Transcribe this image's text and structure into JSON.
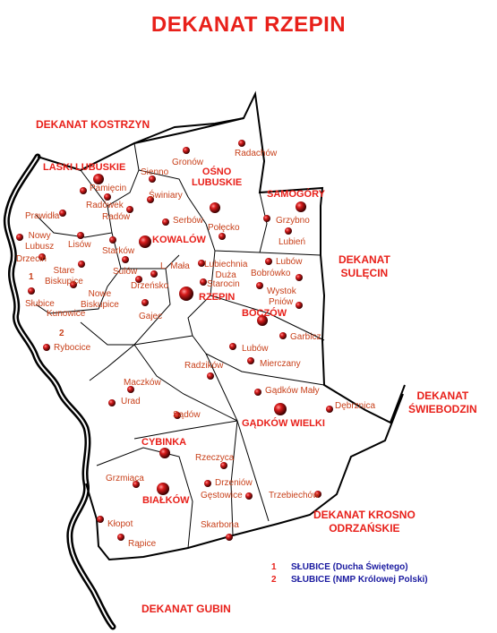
{
  "title": "DEKANAT  RZEPIN",
  "neighbors": {
    "kostrzyn": "DEKANAT KOSTRZYN",
    "sulecin_1": "DEKANAT",
    "sulecin_2": "SULĘCIN",
    "swiebodzin_1": "DEKANAT",
    "swiebodzin_2": "ŚWIEBODZIN",
    "krosno_1": "DEKANAT KROSNO",
    "krosno_2": "ODRZAŃSKIE",
    "gubin": "DEKANAT GUBIN"
  },
  "places": {
    "laski_lubuskie": "LASKI LUBUSKIE",
    "oslo_lubuskie_1": "OŚNO",
    "oslo_lubuskie_2": "LUBUSKIE",
    "samogory": "SAMOGÓRY",
    "kowalow": "KOWALÓW",
    "rzepin": "RZEPIN",
    "boczow": "BOCZÓW",
    "gadkow_wielki": "GĄDKÓW WIELKI",
    "cybinka": "CYBINKA",
    "bialkow": "BIAŁKÓW",
    "gronow": "Gronów",
    "radachow": "Radachów",
    "sienno": "Sienno",
    "pamiecin": "Pamięcin",
    "radowek": "Radówek",
    "radow": "Radów",
    "swiniary": "Świniary",
    "serbow": "Serbów",
    "polecko": "Połęcko",
    "grzybno": "Grzybno",
    "lubien": "Lubień",
    "prawidla": "Prawidła",
    "nowy_lubusz_1": "Nowy",
    "nowy_lubusz_2": "Lubusz",
    "lisow": "Lisów",
    "starkow": "Starków",
    "drzecin": "Drzecin",
    "stare_biskupice_1": "Stare",
    "stare_biskupice_2": "Biskupice",
    "sulow": "Sulów",
    "l_mala": "L. Mała",
    "lubiechnia_duza_1": "Lubiechnia",
    "lubiechnia_duza_2": "Duża",
    "starocin": "Starocin",
    "lubow_n": "Lubów",
    "bobrowko": "Bobrówko",
    "wystok": "Wystok",
    "pniow": "Pniów",
    "slubice": "Słubice",
    "nowe_biskupice_1": "Nowe",
    "nowe_biskupice_2": "Biskupice",
    "kunowice": "Kunowice",
    "drzensko": "Drzeńsko",
    "gajec": "Gajec",
    "rybocice": "Rybocice",
    "garbicz": "Garbicz",
    "lubow_s": "Lubów",
    "mierczany": "Mierczany",
    "radzikow": "Radzików",
    "maczkow": "Maczków",
    "urad": "Urad",
    "gadkow_maly": "Gądków Mały",
    "debrznica": "Dębrznica",
    "sadow": "Sądów",
    "rzeczyca": "Rzeczyca",
    "grzmiaca": "Grzmiąca",
    "drzeniow": "Drzeniów",
    "gestowice": "Gęstowice",
    "trzebiechow": "Trzebiechów",
    "klopot": "Kłopot",
    "skarbona": "Skarbona",
    "rapice": "Rąpice",
    "num1": "1",
    "num2": "2"
  },
  "legend": [
    {
      "number": "1",
      "text": "SŁUBICE (Ducha Świętego)"
    },
    {
      "number": "2",
      "text": "SŁUBICE (NMP Królowej Polski)"
    }
  ],
  "colors": {
    "title": "#e8201a",
    "label": "#c8401a",
    "legend_text": "#1a1aa0",
    "border": "#000000",
    "river": "#000000",
    "marker": "#b01818"
  }
}
